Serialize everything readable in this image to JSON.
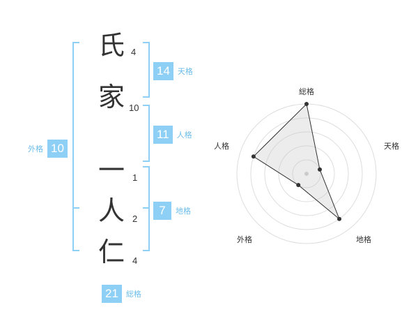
{
  "name": {
    "surname": [
      {
        "char": "氏",
        "strokes": "4"
      },
      {
        "char": "家",
        "strokes": "10"
      }
    ],
    "given": [
      {
        "char": "一",
        "strokes": "1"
      },
      {
        "char": "人",
        "strokes": "2"
      },
      {
        "char": "仁",
        "strokes": "4"
      }
    ]
  },
  "fortunes": {
    "tenkaku": {
      "value": "14",
      "label": "天格"
    },
    "jinkaku": {
      "value": "11",
      "label": "人格"
    },
    "chikaku": {
      "value": "7",
      "label": "地格"
    },
    "gaikaku": {
      "value": "10",
      "label": "外格"
    },
    "soukaku": {
      "value": "21",
      "label": "総格"
    }
  },
  "colors": {
    "accent": "#8ecff5",
    "label": "#6dbdea",
    "text": "#333333",
    "fill": "#eeeeee"
  },
  "chart_data": {
    "type": "radar",
    "axes": [
      "総格",
      "天格",
      "地格",
      "外格",
      "人格"
    ],
    "values": [
      5,
      1,
      4,
      1,
      4
    ],
    "max": 5,
    "grid_levels": 5
  }
}
